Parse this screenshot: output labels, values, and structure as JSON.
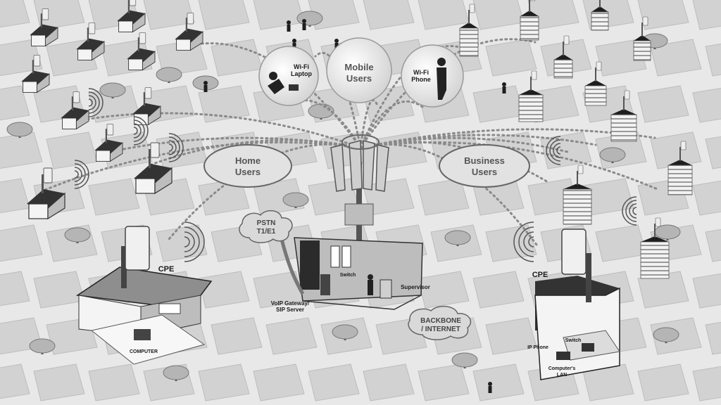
{
  "labels": {
    "mobile_users": [
      "Mobile",
      "Users"
    ],
    "home_users": [
      "Home",
      "Users"
    ],
    "business_users": [
      "Business",
      "Users"
    ],
    "wifi_laptop": [
      "Wi-Fi",
      "Laptop"
    ],
    "wifi_phone": [
      "Wi-Fi",
      "Phone"
    ],
    "pstn": [
      "PSTN",
      "T1/E1"
    ],
    "backbone": [
      "BACKBONE",
      "/ INTERNET"
    ],
    "cpe_left": "CPE",
    "cpe_right": "CPE",
    "computer": "COMPUTER",
    "switch_center": "Switch",
    "supervisor": "Supervisor",
    "voip": [
      "VoIP Gateway/",
      "SIP Server"
    ],
    "switch_right": "Switch",
    "ip_phone": "IP Phone",
    "computers_lan": [
      "Computer's",
      "LAN"
    ]
  },
  "colors": {
    "road": "#e6e6e6",
    "block": "#cfcfcf",
    "dotted_link": "#8a8a8a",
    "cloud": "#d9d9d9"
  }
}
